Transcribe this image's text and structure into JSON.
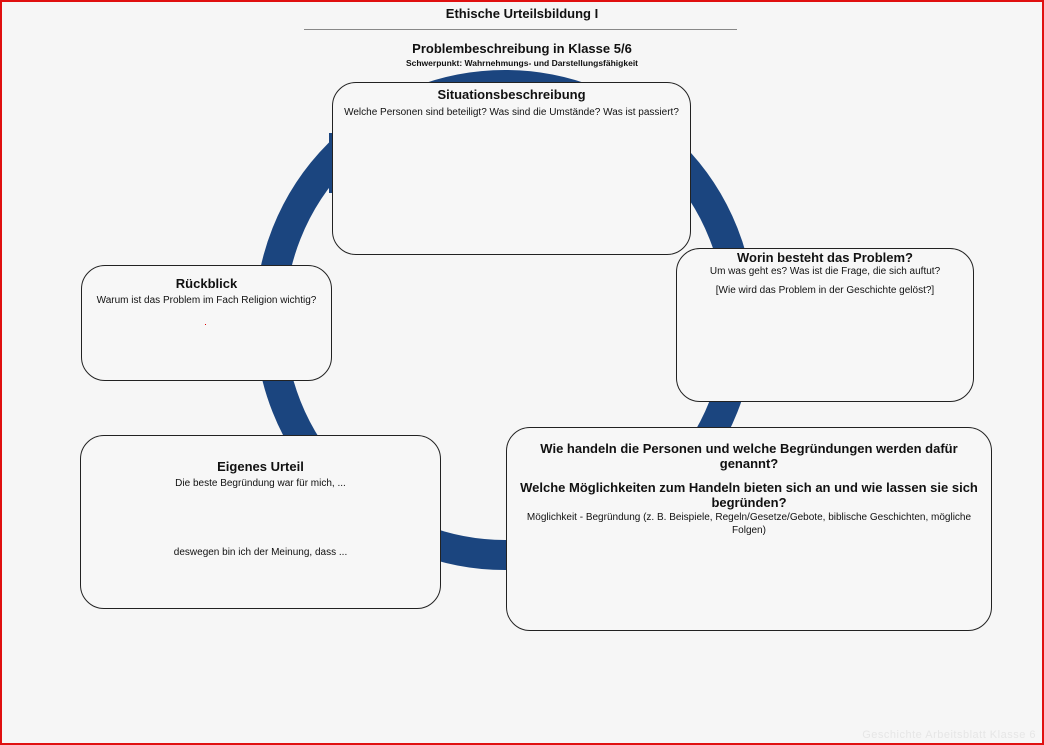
{
  "header": {
    "title": "Ethische Urteilsbildung I",
    "subtitle": "Problembeschreibung in Klasse 5/6",
    "focus": "Schwerpunkt: Wahrnehmungs- und Darstellungsfähigkeit"
  },
  "cycle_color": "#1b457f",
  "situation": {
    "heading": "Situationsbeschreibung",
    "question": "Welche Personen sind beteiligt? Was sind die Umstände? Was ist passiert?"
  },
  "problem": {
    "heading": "Worin besteht das Problem?",
    "question": "Um was geht es? Was ist die Frage, die sich auftut?",
    "question2": "[Wie wird das Problem in der Geschichte gelöst?]"
  },
  "options": {
    "heading": "Wie handeln die Personen und welche Begründungen werden dafür genannt?",
    "heading2": "Welche Möglichkeiten zum Handeln bieten sich an und wie lassen sie sich begründen?",
    "note": "Möglichkeit - Begründung (z. B. Beispiele, Regeln/Gesetze/Gebote, biblische Geschichten, mögliche Folgen)"
  },
  "judgement": {
    "heading": "Eigenes Urteil",
    "line1": "Die beste Begründung war für mich, ...",
    "line2": "deswegen bin ich der Meinung, dass ..."
  },
  "review": {
    "heading": "Rückblick",
    "question": "Warum ist das Problem im Fach Religion wichtig?"
  },
  "watermark": "Geschichte Arbeitsblatt Klasse 6"
}
